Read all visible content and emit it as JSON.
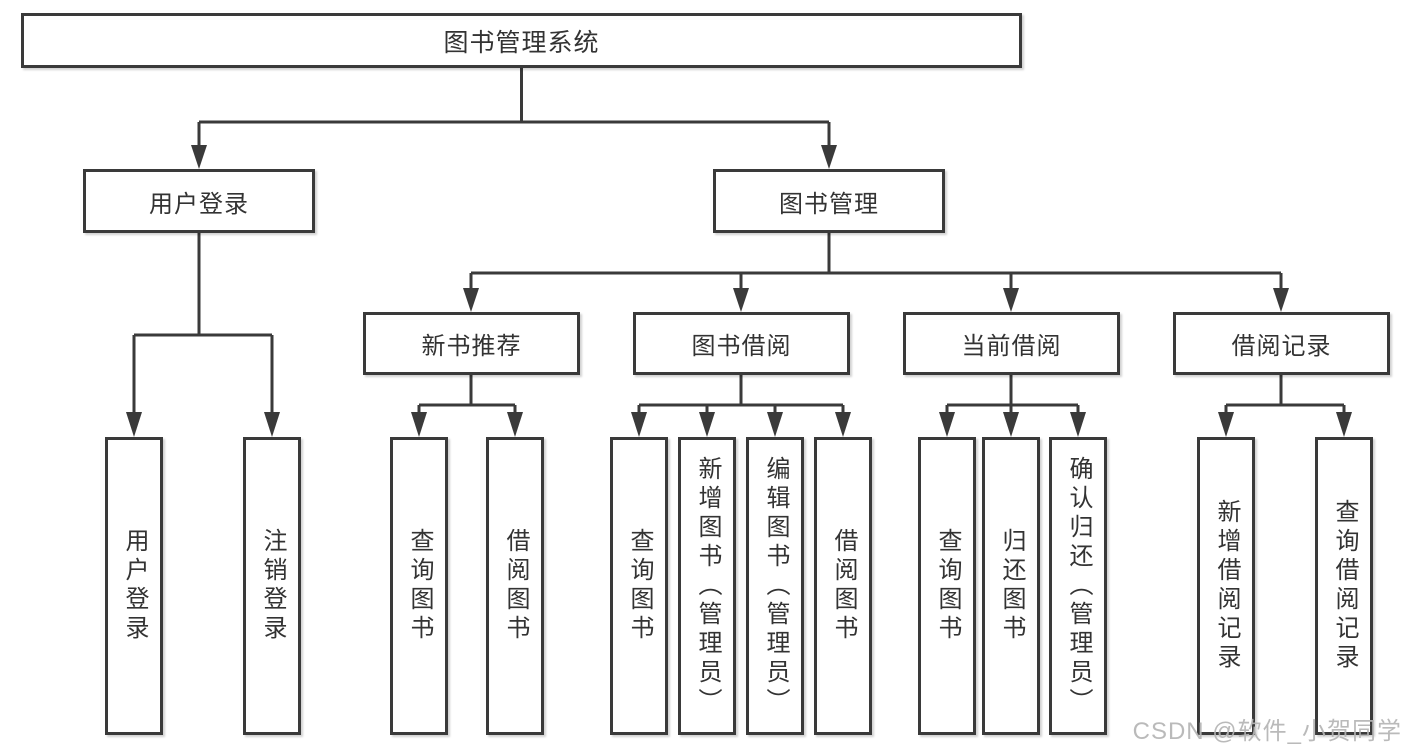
{
  "diagram": {
    "title": "图书管理系统",
    "level2": [
      "用户登录",
      "图书管理"
    ],
    "level3": [
      "新书推荐",
      "图书借阅",
      "当前借阅",
      "借阅记录"
    ],
    "leaves": [
      "用户登录",
      "注销登录",
      "查询图书",
      "借阅图书",
      "查询图书",
      "新增图书（管理员）",
      "编辑图书（管理员）",
      "借阅图书",
      "查询图书",
      "归还图书",
      "确认归还（管理员）",
      "新增借阅记录",
      "查询借阅记录"
    ],
    "watermark": "CSDN @软件_小贺同学",
    "colors": {
      "line": "#3a3a3a",
      "text": "#333333",
      "watermark": "#b5b5b5",
      "background": "#ffffff"
    }
  }
}
